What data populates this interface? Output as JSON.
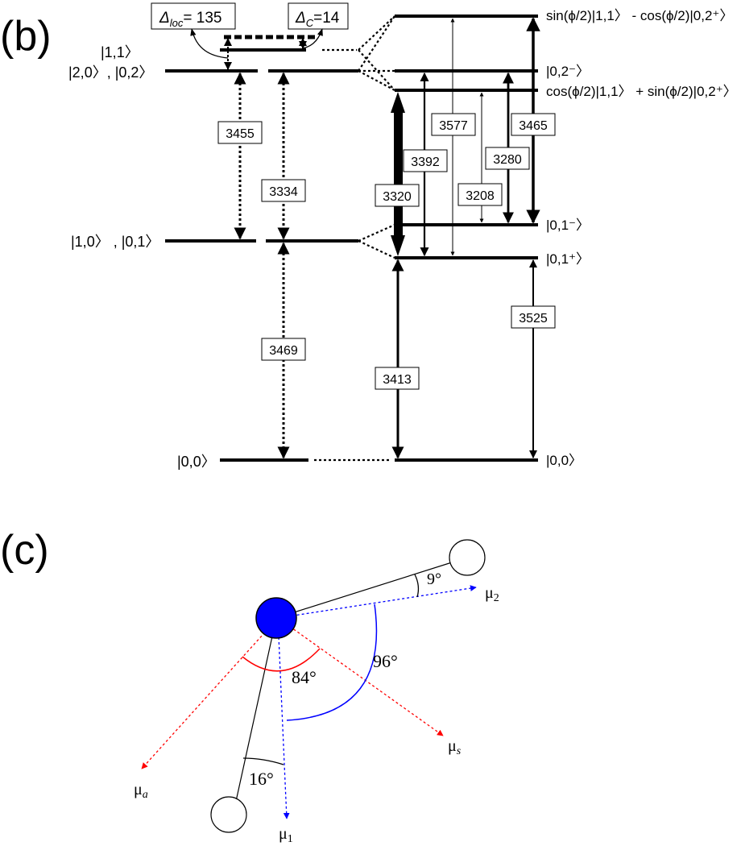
{
  "panel_b": {
    "label": "(b)",
    "delta_loc": {
      "symbol": "Δ",
      "sub": "loc",
      "value": "= 135"
    },
    "delta_c": {
      "symbol": "Δ",
      "sub": "C",
      "value": "=14"
    },
    "left_labels": {
      "level_11": "|1,1〉",
      "level_20_02": "|2,0〉, |0,2〉",
      "level_10_01": "|1,0〉 , |0,1〉",
      "level_00": "|0,0〉"
    },
    "right_labels": {
      "top": "sin(ϕ/2)|1,1〉 - cos(ϕ/2)|0,2⁺〉",
      "mid02m": "|0,2⁻〉",
      "mix": "cos(ϕ/2)|1,1〉 + sin(ϕ/2)|0,2⁺〉",
      "l01m": "|0,1⁻〉",
      "l01p": "|0,1⁺〉",
      "l00": "|0,0〉"
    },
    "transitions": {
      "t3455": "3455",
      "t3334": "3334",
      "t3469": "3469",
      "t3577": "3577",
      "t3392": "3392",
      "t3320": "3320",
      "t3208": "3208",
      "t3280": "3280",
      "t3465": "3465",
      "t3525": "3525",
      "t3413": "3413"
    }
  },
  "panel_c": {
    "label": "(c)",
    "angle_9": "9°",
    "angle_96": "96°",
    "angle_84": "84°",
    "angle_16": "16°",
    "mu2": {
      "base": "μ",
      "sub": "2"
    },
    "mus": {
      "base": "μ",
      "sub": "s"
    },
    "mua": {
      "base": "μ",
      "sub": "a"
    },
    "mu1": {
      "base": "μ",
      "sub": "1"
    },
    "colors": {
      "blue": "#0000ff",
      "red": "#ff0000",
      "line": "#000000"
    }
  }
}
